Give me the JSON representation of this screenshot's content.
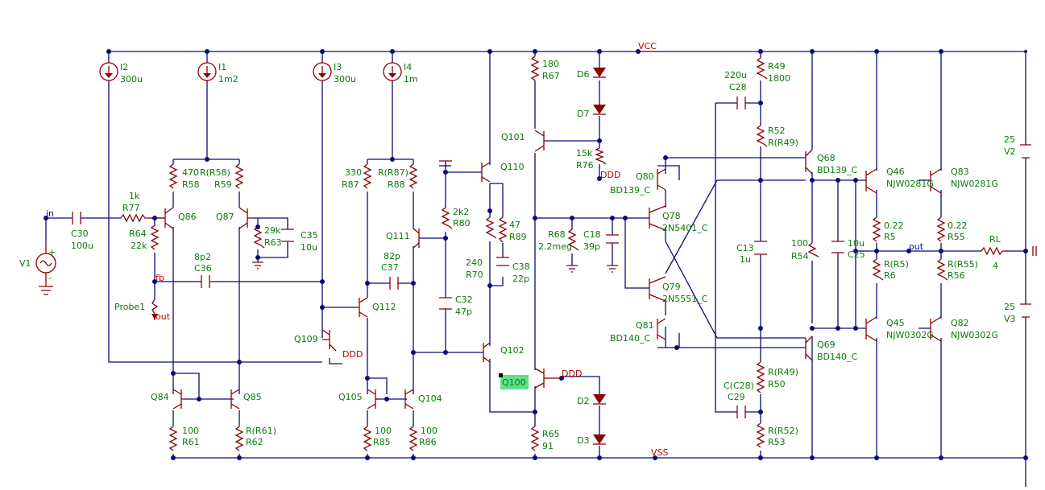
{
  "sources": [
    {
      "id": "I2",
      "value": "300u"
    },
    {
      "id": "I1",
      "value": "1m2"
    },
    {
      "id": "I3",
      "value": "300u"
    },
    {
      "id": "I4",
      "value": "1m"
    }
  ],
  "nets": {
    "vcc": "VCC",
    "vss": "VSS",
    "ddd": "DDD",
    "input": "in",
    "output": "out",
    "feedback": "fb"
  },
  "transistors": [
    {
      "id": "Q86"
    },
    {
      "id": "Q87"
    },
    {
      "id": "Q84"
    },
    {
      "id": "Q85"
    },
    {
      "id": "Q109"
    },
    {
      "id": "Q112"
    },
    {
      "id": "Q105"
    },
    {
      "id": "Q104"
    },
    {
      "id": "Q111"
    },
    {
      "id": "Q110"
    },
    {
      "id": "Q101"
    },
    {
      "id": "Q102"
    },
    {
      "id": "Q100"
    },
    {
      "id": "Q80",
      "model": "BD139_C"
    },
    {
      "id": "Q78",
      "model": "2N5401_C"
    },
    {
      "id": "Q79",
      "model": "2N5551_C"
    },
    {
      "id": "Q81",
      "model": "BD140_C"
    },
    {
      "id": "Q68",
      "model": "BD139_C"
    },
    {
      "id": "Q69",
      "model": "BD140_C"
    },
    {
      "id": "Q46",
      "model": "NJW0281G"
    },
    {
      "id": "Q83",
      "model": "NJW0281G"
    },
    {
      "id": "Q45",
      "model": "NJW0302G"
    },
    {
      "id": "Q82",
      "model": "NJW0302G"
    }
  ],
  "resistors": [
    {
      "id": "R77",
      "value": "1k"
    },
    {
      "id": "R64",
      "value": "22k"
    },
    {
      "id": "R58",
      "value": "470"
    },
    {
      "id": "R59",
      "value": "R(R58)"
    },
    {
      "id": "R63",
      "value": "29k"
    },
    {
      "id": "R61",
      "value": "100"
    },
    {
      "id": "R62",
      "value": "R(R61)"
    },
    {
      "id": "R87",
      "value": "330"
    },
    {
      "id": "R88",
      "value": "R(R87)"
    },
    {
      "id": "R85",
      "value": "100"
    },
    {
      "id": "R86",
      "value": "100"
    },
    {
      "id": "R80",
      "value": "2k2"
    },
    {
      "id": "R89",
      "value": "47"
    },
    {
      "id": "R70",
      "value": "240"
    },
    {
      "id": "R67",
      "value": "180"
    },
    {
      "id": "R76",
      "value": "15k"
    },
    {
      "id": "R68",
      "value": "2.2meg"
    },
    {
      "id": "R65",
      "value": "91"
    },
    {
      "id": "R49",
      "value": "1800"
    },
    {
      "id": "R52",
      "value": "R(R49)"
    },
    {
      "id": "R54",
      "value": "100"
    },
    {
      "id": "R50",
      "value": "R(R49)"
    },
    {
      "id": "R53",
      "value": "R(R52)"
    },
    {
      "id": "R5",
      "value": "0.22"
    },
    {
      "id": "R6",
      "value": "R(R5)"
    },
    {
      "id": "R55",
      "value": "0.22"
    },
    {
      "id": "R56",
      "value": "R(R55)"
    },
    {
      "id": "RL",
      "value": "4"
    }
  ],
  "capacitors": [
    {
      "id": "C30",
      "value": "100u"
    },
    {
      "id": "C35",
      "value": "10u"
    },
    {
      "id": "C36",
      "value": "8p2"
    },
    {
      "id": "C37",
      "value": "82p"
    },
    {
      "id": "C32",
      "value": "47p"
    },
    {
      "id": "C38",
      "value": "22p"
    },
    {
      "id": "C18",
      "value": "39p"
    },
    {
      "id": "C28",
      "value": "220u"
    },
    {
      "id": "C13",
      "value": "1u"
    },
    {
      "id": "C25",
      "value": "10u"
    },
    {
      "id": "C29",
      "value": "C(C28)"
    }
  ],
  "diodes": [
    "D6",
    "D7",
    "D2",
    "D3"
  ],
  "voltage_sources": [
    {
      "id": "V1",
      "plus": "+",
      "minus": "-"
    },
    {
      "id": "V2",
      "value": "25"
    },
    {
      "id": "V3",
      "value": "25"
    }
  ],
  "probe": {
    "id": "Probe1"
  },
  "highlight": {
    "component": "Q100",
    "color": "#5ee08a"
  },
  "colors": {
    "wire": "#0b0b7a",
    "component": "#8c0000",
    "label": "#0a7a0a",
    "net": "#c00000",
    "port": "#0000c8"
  }
}
